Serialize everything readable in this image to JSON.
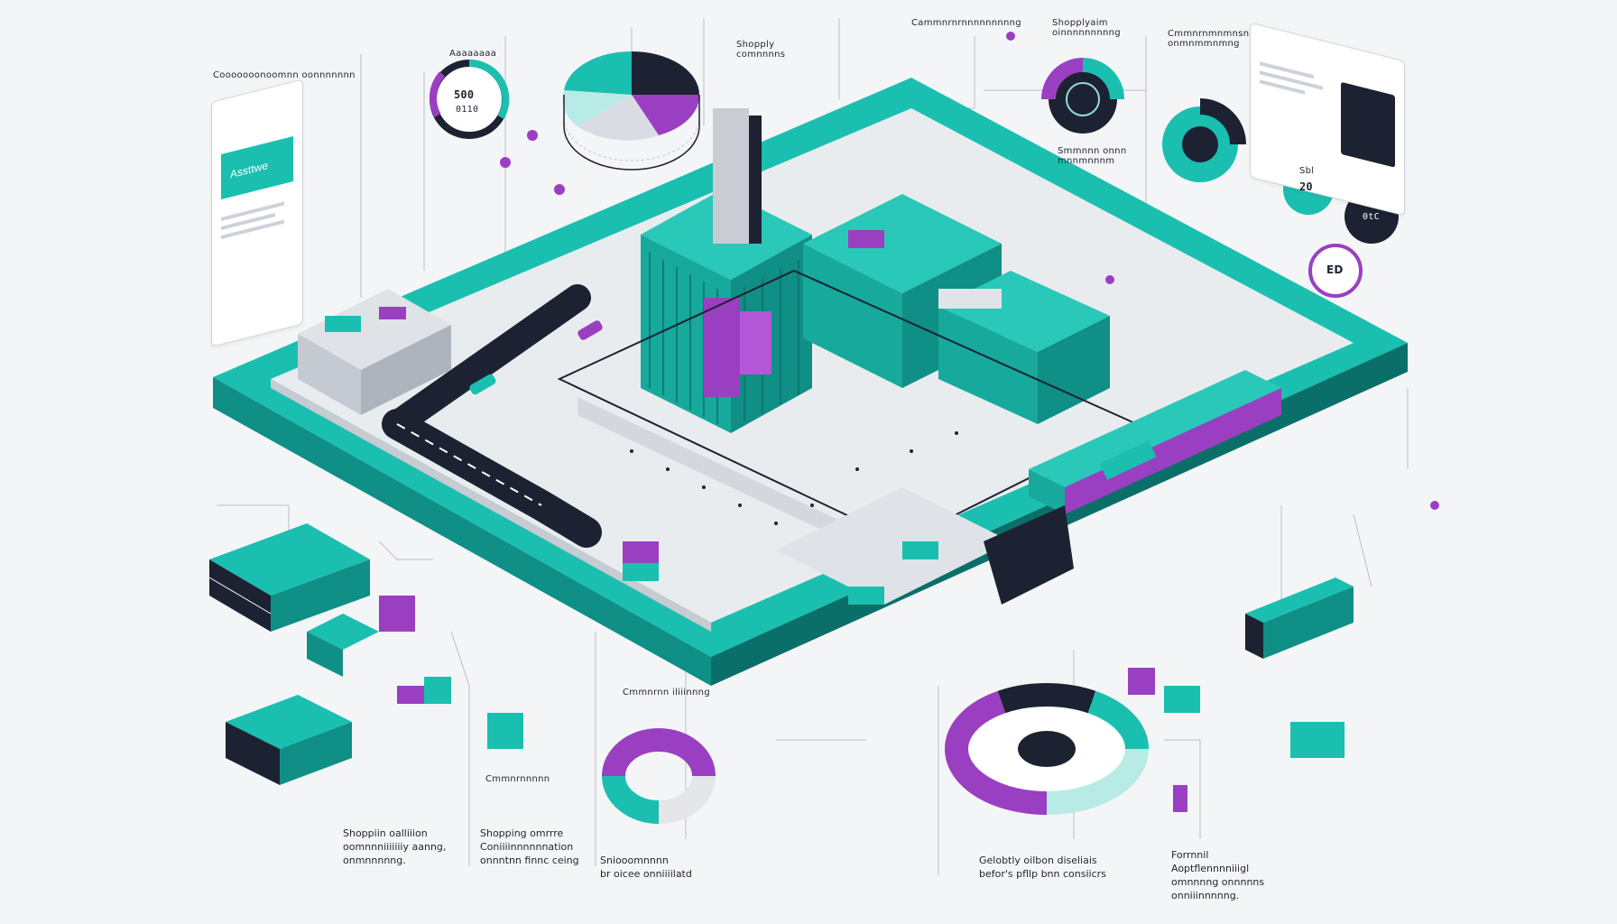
{
  "illustration": {
    "palette": {
      "teal": "#1bbfb0",
      "teal_dark": "#0f8f86",
      "purple": "#9b3fc2",
      "navy": "#1d2232",
      "paper": "#f4f5f7"
    }
  },
  "top_labels": {
    "left_header": "Cooooooonoomnn oonnnnnnn",
    "tag_left": "Aaaaaaaa",
    "gauge_left_value": "500",
    "gauge_left_unit": "0110",
    "top_center_title": "Shopply comnnnns",
    "top_mid_title": "Cammnrnrnnnnnnnnng",
    "top_right_title_a": "Shopplyaim oinnnnnnnnng",
    "top_right_title_b": "Cmmnrnmnmnsn onmnmmnmng",
    "mid_right_title": "Smmnnn onnn mnnmnnnm",
    "badge_right_a": "Sbl",
    "badge_right_value": "20",
    "badge_right_b": "0tC",
    "badge_right_c": "ED"
  },
  "left_panel": {
    "screen_text": "Assttwe"
  },
  "bottom_captions": [
    {
      "line1": "Shoppiin oalliiion",
      "line2": "oomnnniiiiiiiy aanng,",
      "line3": "onmnnnnng."
    },
    {
      "line1": "Shopping omrrre",
      "line2": "Coniiiinnnnnnation",
      "line3": "onnntnn finnc ceing"
    },
    {
      "line1": "Sniooomnnnn",
      "line2": "br oicee onniiiilatd",
      "line3": ""
    },
    {
      "line1": "Gelobtly oilbon diseliais",
      "line2": "befor's pfllp bnn consiicrs",
      "line3": ""
    },
    {
      "line1": "Forrnnil",
      "line2": "Aoptflennnniiigl",
      "line3": "omnnnng onnnnns onniiinnnnng."
    }
  ],
  "mid_label": "Cmmnrnn iliiinnng",
  "mid_label_b": "Cmmnrnnnnn"
}
